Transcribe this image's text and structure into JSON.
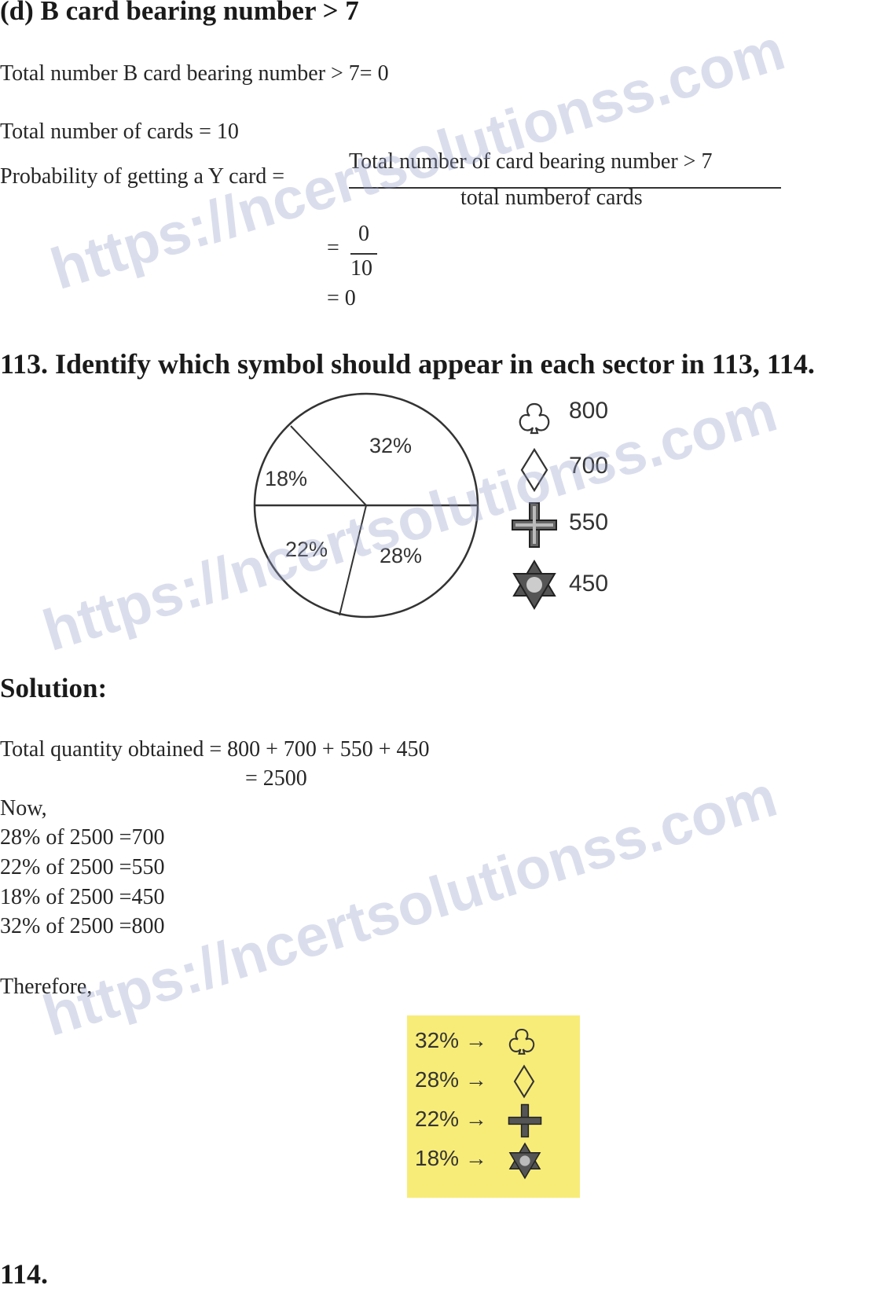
{
  "part_d": {
    "heading": "(d) B card bearing number > 7",
    "line1": "Total number B card bearing number > 7= 0",
    "line2": "Total number of cards = 10",
    "prob_label": "Probability of getting a Y card =",
    "prob_numerator": "Total number of card bearing number > 7",
    "prob_denominator": "total numberof cards",
    "eq_sign": "=",
    "frac_num": "0",
    "frac_den": "10",
    "result": "= 0"
  },
  "question_113": {
    "heading": "113. Identify which symbol should appear in each sector in 113, 114."
  },
  "chart_data": {
    "type": "pie",
    "title": "",
    "slices": [
      {
        "label": "32%",
        "value": 32
      },
      {
        "label": "28%",
        "value": 28
      },
      {
        "label": "22%",
        "value": 22
      },
      {
        "label": "18%",
        "value": 18
      }
    ],
    "legend": [
      {
        "symbol": "club-icon",
        "value": "800"
      },
      {
        "symbol": "diamond-icon",
        "value": "700"
      },
      {
        "symbol": "cross-icon",
        "value": "550"
      },
      {
        "symbol": "star-of-david-icon",
        "value": "450"
      }
    ]
  },
  "solution": {
    "heading": "Solution:",
    "total_line": "Total quantity obtained = 800 + 700 + 550 + 450",
    "total_result": "= 2500",
    "now": "Now,",
    "calcs": [
      "28% of 2500 =700",
      "22% of 2500 =550",
      "18% of 2500 =450",
      "32% of 2500 =800"
    ],
    "therefore": "Therefore,",
    "answers": [
      {
        "pct": "32%",
        "arrow": "→",
        "symbol": "club-icon"
      },
      {
        "pct": "28%",
        "arrow": "→",
        "symbol": "diamond-icon"
      },
      {
        "pct": "22%",
        "arrow": "→",
        "symbol": "cross-icon"
      },
      {
        "pct": "18%",
        "arrow": "→",
        "symbol": "star-of-david-icon"
      }
    ]
  },
  "question_114": {
    "heading": "114."
  },
  "watermarks": [
    "https://ncertsolutionss.com",
    "https://ncertsolutionss.com",
    "https://ncertsolutionss.com"
  ],
  "colors": {
    "answer_box": "#f8ec78",
    "watermark": "#96a0c8"
  }
}
